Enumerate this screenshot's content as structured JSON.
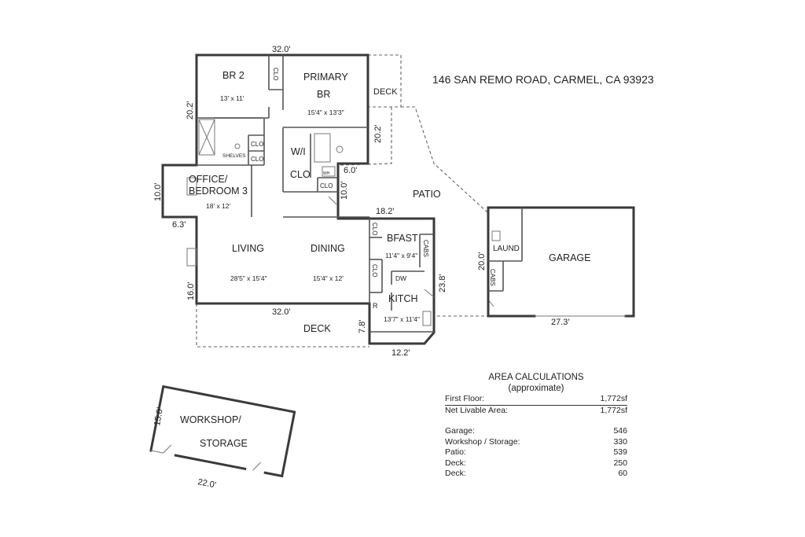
{
  "address": "146 SAN REMO ROAD, CARMEL, CA  93923",
  "rooms": {
    "br2": {
      "name": "BR 2",
      "size": "13' x 11'"
    },
    "primary": {
      "name1": "PRIMARY",
      "name2": "BR",
      "size": "15'4\" x 13'3\""
    },
    "office": {
      "name1": "OFFICE/",
      "name2": "BEDROOM 3",
      "size": "18' x 12'"
    },
    "living": {
      "name": "LIVING",
      "size": "28'5\" x 15'4\""
    },
    "dining": {
      "name": "DINING",
      "size": "15'4\" x 12'"
    },
    "bfast": {
      "name": "BFAST",
      "size": "11'4\" x 9'4\""
    },
    "kitch": {
      "name": "KITCH",
      "size": "13'7\" x 11'4\""
    },
    "wi": {
      "name1": "W/I",
      "name2": "CLO"
    },
    "patio": {
      "name": "PATIO"
    },
    "deck_top": {
      "name": "DECK"
    },
    "deck_bottom": {
      "name": "DECK"
    },
    "garage": {
      "name": "GARAGE"
    },
    "laund": {
      "name": "LAUND"
    },
    "workshop": {
      "name1": "WORKSHOP/",
      "name2": "STORAGE"
    }
  },
  "fixtures": {
    "clo": "CLO",
    "shelves": "SHELVES",
    "cabs": "CABS",
    "dw": "DW",
    "r": "R",
    "wh": "WH"
  },
  "dimensions": {
    "top_width": "32.0'",
    "br2_height": "20.2'",
    "primary_height": "20.2'",
    "office_height": "10.0'",
    "office_offset": "6.3'",
    "notch_width": "6.0'",
    "notch_height": "10.0'",
    "kitchen_top": "18.2'",
    "living_height": "16.0'",
    "living_width": "32.0'",
    "kitchen_height": "23.8'",
    "deck_offset": "7.8'",
    "kitchen_width": "12.2'",
    "garage_height": "20.0'",
    "garage_width": "27.3'",
    "workshop_height": "15.0'",
    "workshop_width": "22.0'"
  },
  "area_calculations": {
    "title": "AREA CALCULATIONS",
    "subtitle": "(approximate)",
    "first_floor": {
      "label": "First  Floor:",
      "value": "1,772sf"
    },
    "net_livable": {
      "label": "Net Livable Area:",
      "value": "1,772sf"
    },
    "rows": [
      {
        "label": "Garage:",
        "value": "546"
      },
      {
        "label": "Workshop / Storage:",
        "value": "330"
      },
      {
        "label": "Patio:",
        "value": "539"
      },
      {
        "label": "Deck:",
        "value": "250"
      },
      {
        "label": "Deck:",
        "value": "60"
      }
    ]
  }
}
